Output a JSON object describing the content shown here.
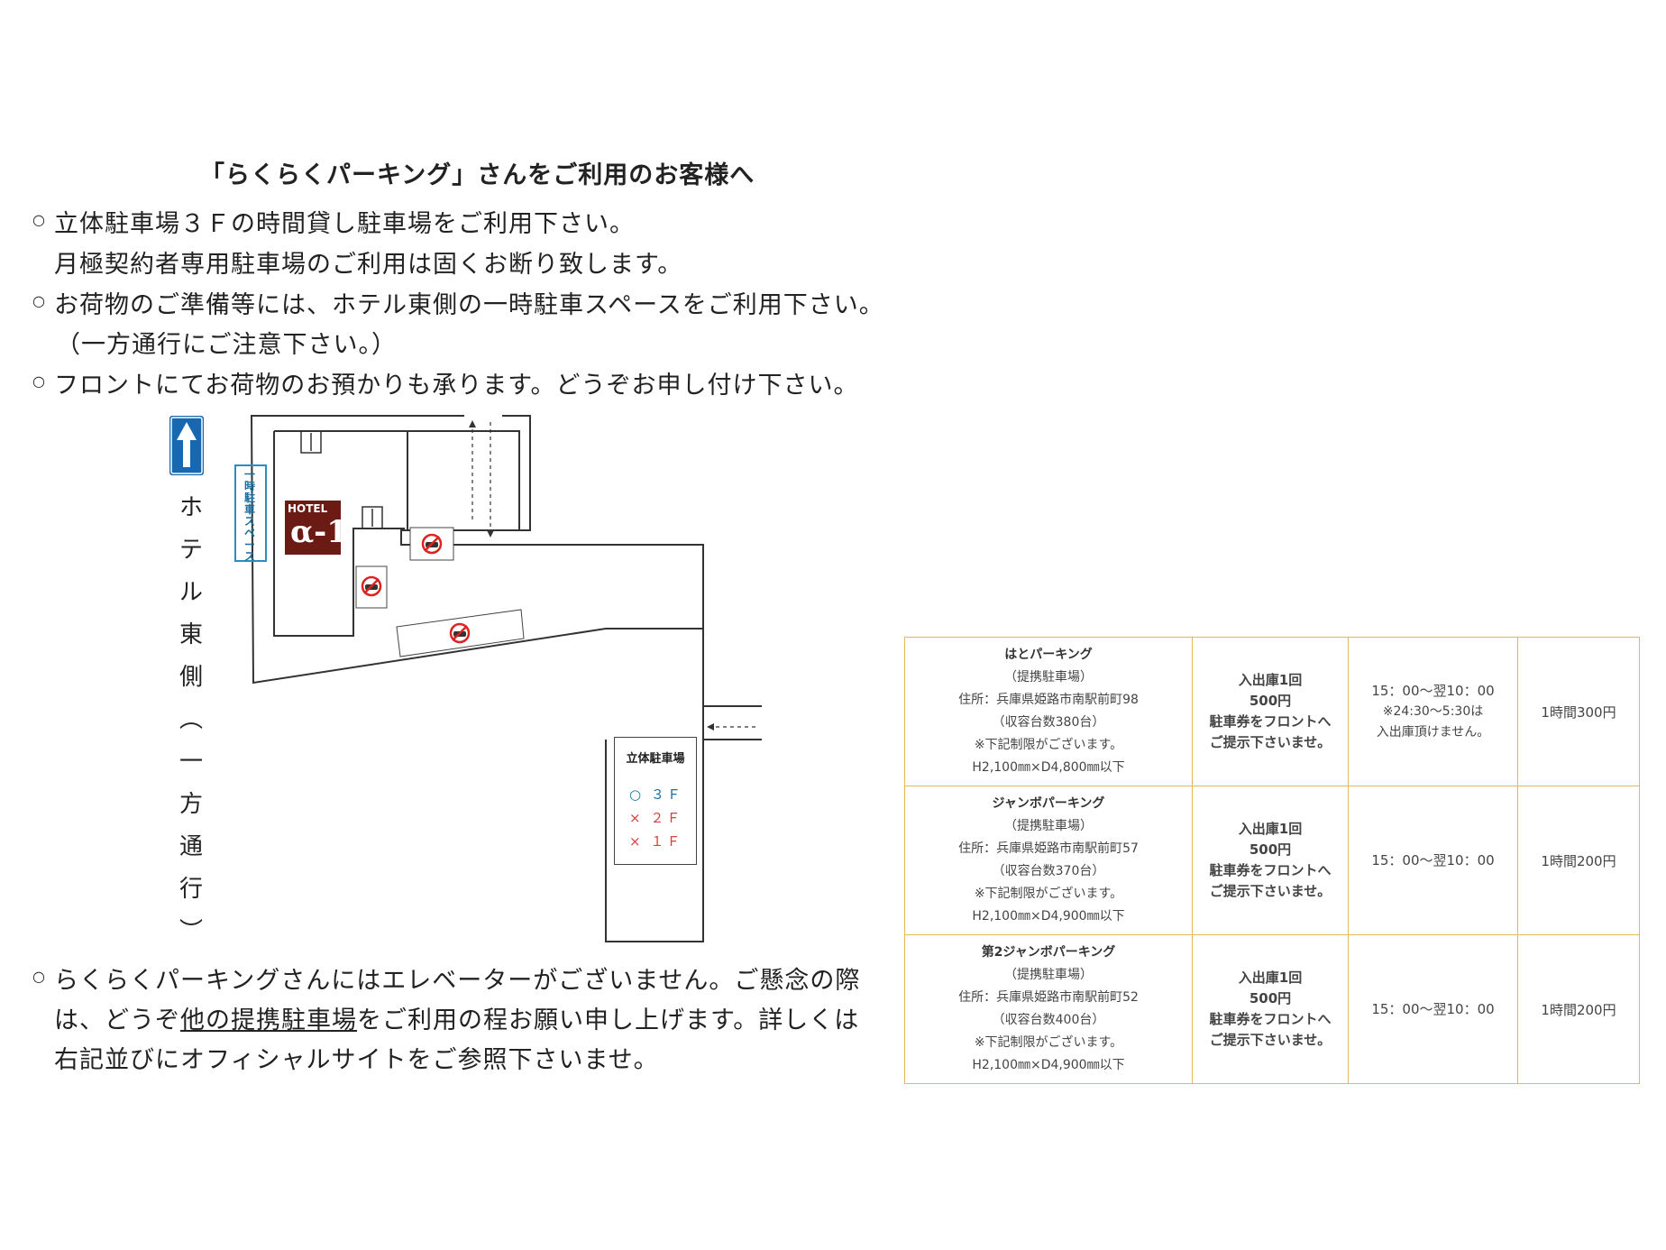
{
  "title": "「らくらくパーキング」さんをご利用のお客様へ",
  "notes": {
    "l1": "立体駐車場３Ｆの時間貸し駐車場をご利用下さい。",
    "l2": "月極契約者専用駐車場のご利用は固くお断り致します。",
    "l3": "お荷物のご準備等には、ホテル東側の一時駐車スペースをご利用下さい。",
    "l4": "（一方通行にご注意下さい。）",
    "l5": "フロントにてお荷物のお預かりも承ります。どうぞお申し付け下さい。"
  },
  "map": {
    "east_side_label": [
      "ホ",
      "テ",
      "ル",
      "東",
      "側",
      "︵",
      "一",
      "方",
      "通",
      "行",
      "︶"
    ],
    "temp_parking_label": "一時駐車スペース",
    "hotel_logo_text": "HOTEL",
    "hotel_logo_mark": "α-1",
    "garage_title": "立体駐車場",
    "garage_floors": [
      {
        "mark": "○",
        "floor": "３Ｆ",
        "color": "#1b6fa0"
      },
      {
        "mark": "×",
        "floor": "２Ｆ",
        "color": "#d94040"
      },
      {
        "mark": "×",
        "floor": "１Ｆ",
        "color": "#d94040"
      }
    ]
  },
  "footer": {
    "l1": "らくらくパーキングさんにはエレベーターがございません。ご懸念の際",
    "l2a": "は、どうぞ",
    "l2b": "他の提携駐車場",
    "l2c": "をご利用の程お願い申し上げます。詳しくは",
    "l3": "右記並びにオフィシャルサイトをご参照下さいませ。"
  },
  "parking_table": [
    {
      "name": "はとパーキング",
      "type": "（提携駐車場）",
      "address": "住所：兵庫県姫路市南駅前町98",
      "capacity": "（収容台数380台）",
      "note": "※下記制限がございます。",
      "limit": "H2,100㎜×D4,800㎜以下",
      "fee_l1": "入出庫1回",
      "fee_l2": "500円",
      "fee_l3": "駐車券をフロントへ",
      "fee_l4": "ご提示下さいませ。",
      "hours": "15：00～翌10：00",
      "hours_note1": "※24:30～5:30は",
      "hours_note2": "入出庫頂けません。",
      "rate": "1時間300円"
    },
    {
      "name": "ジャンボパーキング",
      "type": "（提携駐車場）",
      "address": "住所：兵庫県姫路市南駅前町57",
      "capacity": "（収容台数370台）",
      "note": "※下記制限がございます。",
      "limit": "H2,100㎜×D4,900㎜以下",
      "fee_l1": "入出庫1回",
      "fee_l2": "500円",
      "fee_l3": "駐車券をフロントへ",
      "fee_l4": "ご提示下さいませ。",
      "hours": "15：00～翌10：00",
      "hours_note1": "",
      "hours_note2": "",
      "rate": "1時間200円"
    },
    {
      "name": "第2ジャンボパーキング",
      "type": "（提携駐車場）",
      "address": "住所：兵庫県姫路市南駅前町52",
      "capacity": "（収容台数400台）",
      "note": "※下記制限がございます。",
      "limit": "H2,100㎜×D4,900㎜以下",
      "fee_l1": "入出庫1回",
      "fee_l2": "500円",
      "fee_l3": "駐車券をフロントへ",
      "fee_l4": "ご提示下さいませ。",
      "hours": "15：00～翌10：00",
      "hours_note1": "",
      "hours_note2": "",
      "rate": "1時間200円"
    }
  ]
}
